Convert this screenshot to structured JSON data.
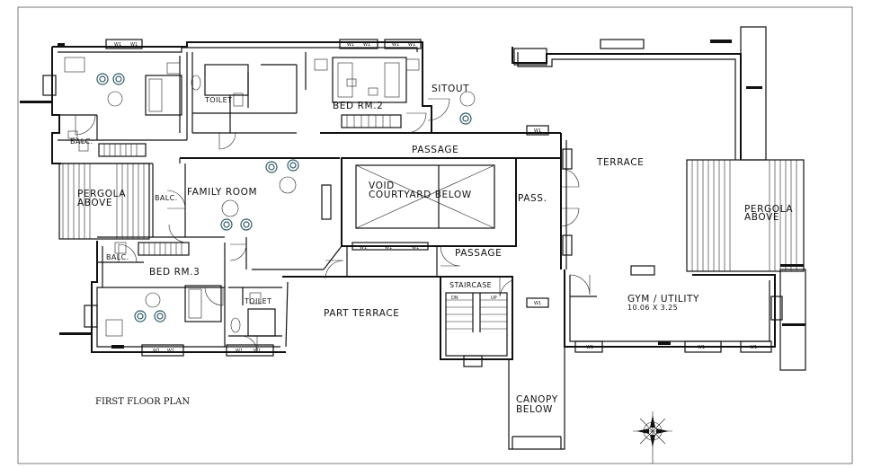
{
  "title": "FIRST FLOOR PLAN",
  "rooms": {
    "bed_rm2": "BED RM.2",
    "bed_rm3": "BED RM.3",
    "family_room": "FAMILY ROOM",
    "toilet_top": "TOILET",
    "toilet_bottom": "TOILET",
    "sitout": "SITOUT",
    "passage_top": "PASSAGE",
    "passage_mid": "PASSAGE",
    "pass": "PASS.",
    "terrace": "TERRACE",
    "void_line1": "VOID",
    "void_line2": "COURTYARD BELOW",
    "pergola_left_line1": "PERGOLA",
    "pergola_left_line2": "ABOVE",
    "pergola_right_line1": "PERGOLA",
    "pergola_right_line2": "ABOVE",
    "balc_top": "BALC.",
    "balc_mid": "BALC.",
    "balc_bottom": "BALC.",
    "part_terrace": "PART TERRACE",
    "staircase": "STAIRCASE",
    "stair_dn": "DN",
    "stair_up": "UP",
    "gym": "GYM / UTILITY",
    "gym_size": "10.06 X 3.25",
    "canopy_line1": "CANOPY",
    "canopy_line2": "BELOW"
  },
  "window_tag": "W1",
  "compass_icon": "north-arrow-icon",
  "colors": {
    "line": "#111111",
    "plant": "#2f5a66",
    "background": "#ffffff"
  }
}
